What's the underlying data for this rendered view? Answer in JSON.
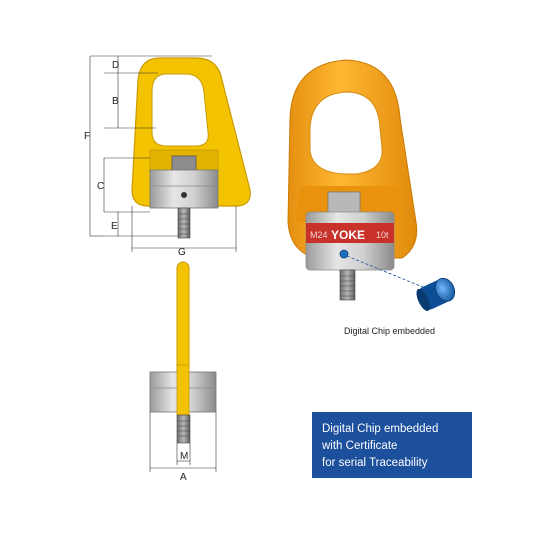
{
  "dimensions": {
    "d": "D",
    "b": "B",
    "f": "F",
    "c": "C",
    "e": "E",
    "g": "G",
    "m": "M",
    "a": "A"
  },
  "photo": {
    "collar_text_left": "M24",
    "collar_brand": "YOKE",
    "collar_text_right": "10t",
    "chip_caption": "Digital Chip embedded"
  },
  "info_box": {
    "line1": "Digital Chip embedded",
    "line2": "with Certificate",
    "line3": "for serial Traceability"
  },
  "colors": {
    "yellow": "#f3c200",
    "yellow_dark": "#c99a00",
    "orange": "#f5a623",
    "steel": "#c9c9c9",
    "red_band": "#c8322b",
    "chip_blue": "#1b6fc1",
    "box_blue": "#1c4f9c"
  }
}
